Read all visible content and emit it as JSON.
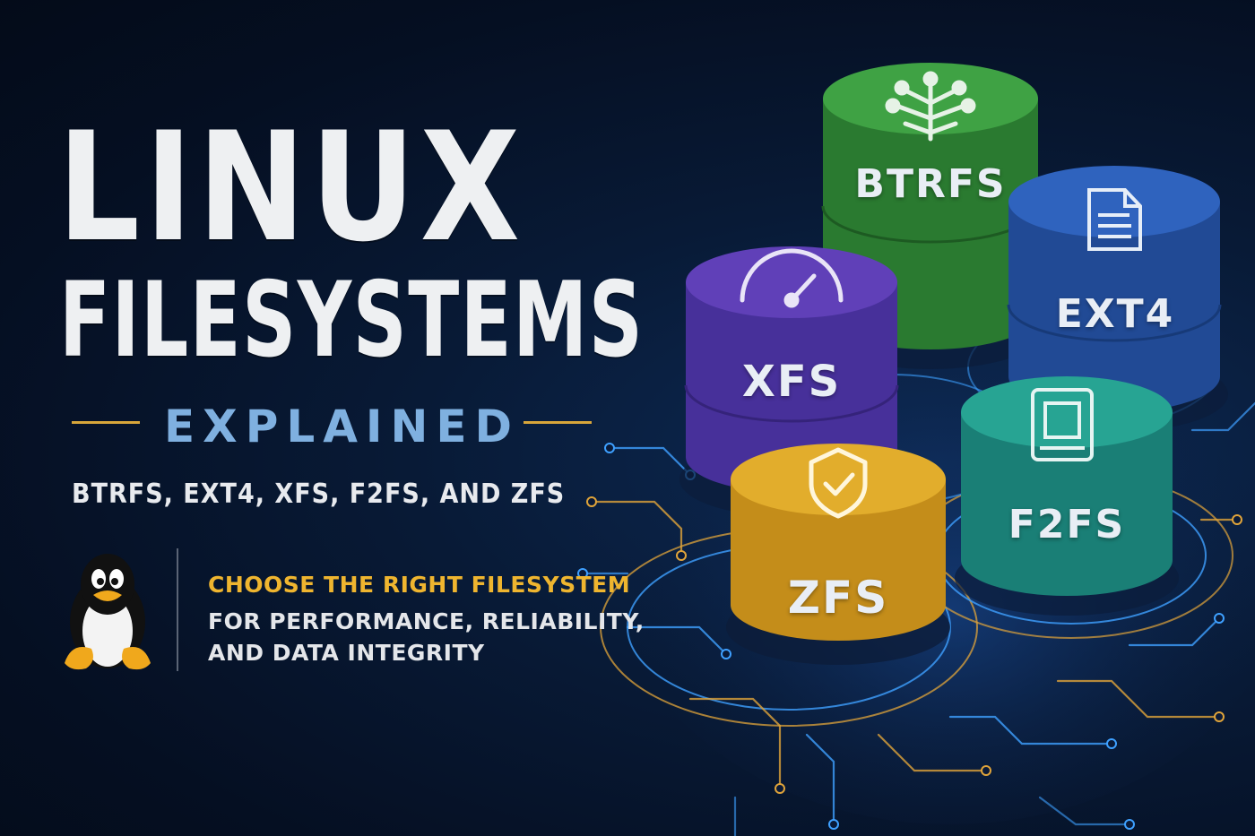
{
  "headline": {
    "line1": "LINUX",
    "line2": "FILESYSTEMS",
    "line3": "EXPLAINED"
  },
  "subtitle": "BTRFS, EXT4, XFS, F2FS, AND ZFS",
  "tagline": {
    "line1": "CHOOSE THE RIGHT FILESYSTEM",
    "line2": "FOR PERFORMANCE, RELIABILITY,",
    "line3": "AND DATA INTEGRITY"
  },
  "filesystems": [
    {
      "label": "BTRFS",
      "icon": "tree-icon",
      "color": "#3a9a3e"
    },
    {
      "label": "EXT4",
      "icon": "document-icon",
      "color": "#2a5ab0"
    },
    {
      "label": "XFS",
      "icon": "speedometer-icon",
      "color": "#5a3aa8"
    },
    {
      "label": "F2FS",
      "icon": "sd-card-icon",
      "color": "#1f9a8a"
    },
    {
      "label": "ZFS",
      "icon": "shield-check-icon",
      "color": "#dca526"
    }
  ],
  "colors": {
    "background": "#06122a",
    "accent_gold": "#efb52f",
    "accent_blue": "#7fb0e0",
    "text_light": "#eef0f2"
  },
  "mascot": "tux-penguin-icon"
}
